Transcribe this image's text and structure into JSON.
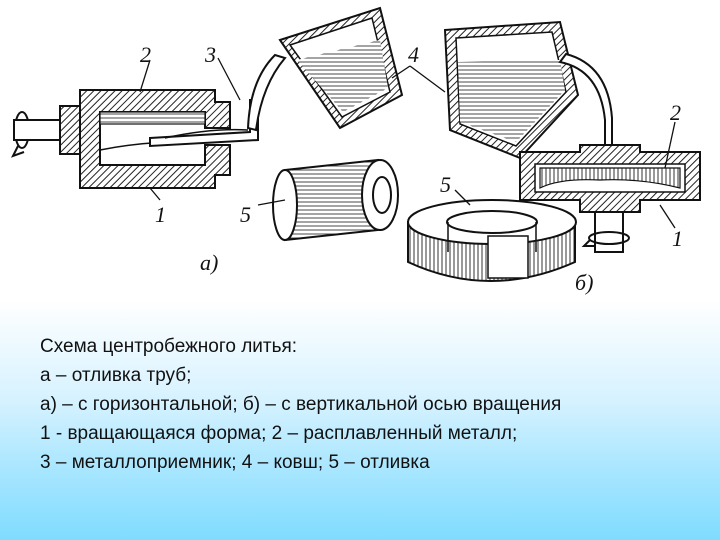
{
  "figure": {
    "labels": {
      "a_mold": "1",
      "a_metal": "2",
      "a_receiver": "3",
      "ladles": "4",
      "a_casting": "5",
      "a_caption": "а)",
      "b_casting": "5",
      "b_metal": "2",
      "b_mold": "1",
      "b_caption": "б)"
    }
  },
  "caption": {
    "lines": [
      "Схема центробежного литья:",
      "а – отливка труб;",
      "а) – с горизонтальной; б) – с вертикальной осью вращения",
      "1 - вращающаяся форма; 2 – расплавленный металл;",
      "3 – металлоприемник; 4 – ковш; 5 – отливка"
    ]
  },
  "colors": {
    "ink": "#111111",
    "hatch": "#222222",
    "background_bottom": "#7fdcff"
  }
}
